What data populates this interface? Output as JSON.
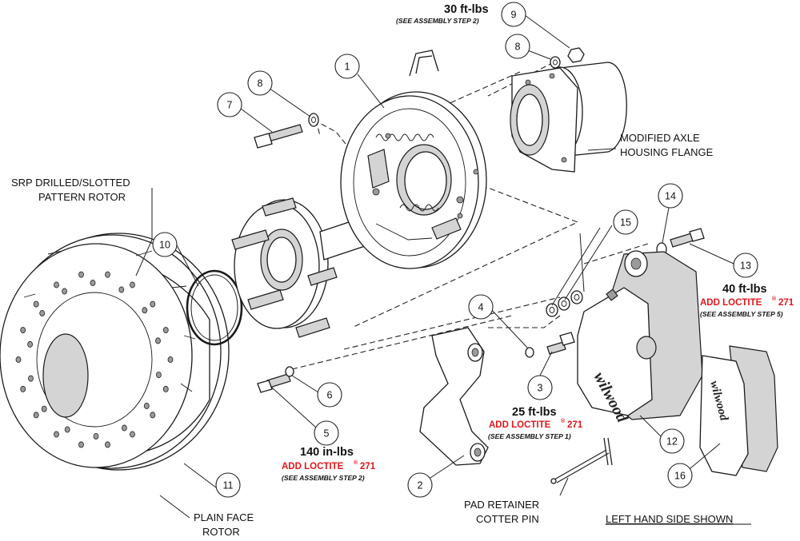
{
  "labels": {
    "torque_9": "30 ft-lbs",
    "note_9": "(SEE ASSEMBLY STEP 2)",
    "axle_flange": [
      "MODIFIED AXLE",
      "HOUSING FLANGE"
    ],
    "rotor_srp": [
      "SRP DRILLED/SLOTTED",
      "PATTERN ROTOR"
    ],
    "torque_13": "40 ft-lbs",
    "loctite_13": "ADD LOCTITE",
    "loctite_13_num": "271",
    "note_13": "(SEE ASSEMBLY STEP 5)",
    "torque_3": "25 ft-lbs",
    "loctite_3": "ADD LOCTITE",
    "loctite_3_num": "271",
    "note_3": "(SEE ASSEMBLY STEP 1)",
    "torque_5": "140 in-lbs",
    "loctite_5": "ADD LOCTITE",
    "loctite_5_num": "271",
    "note_5": "(SEE ASSEMBLY STEP 2)",
    "pad_retainer": [
      "PAD RETAINER",
      "COTTER PIN"
    ],
    "plain_face": [
      "PLAIN FACE",
      "ROTOR"
    ],
    "side_shown": "LEFT HAND SIDE SHOWN",
    "registered": "®",
    "brand_caliper": "wilwood",
    "brand_pad": "wilwood"
  },
  "callouts": [
    "1",
    "2",
    "3",
    "4",
    "5",
    "6",
    "7",
    "8",
    "8",
    "9",
    "10",
    "11",
    "12",
    "13",
    "14",
    "15",
    "16"
  ]
}
